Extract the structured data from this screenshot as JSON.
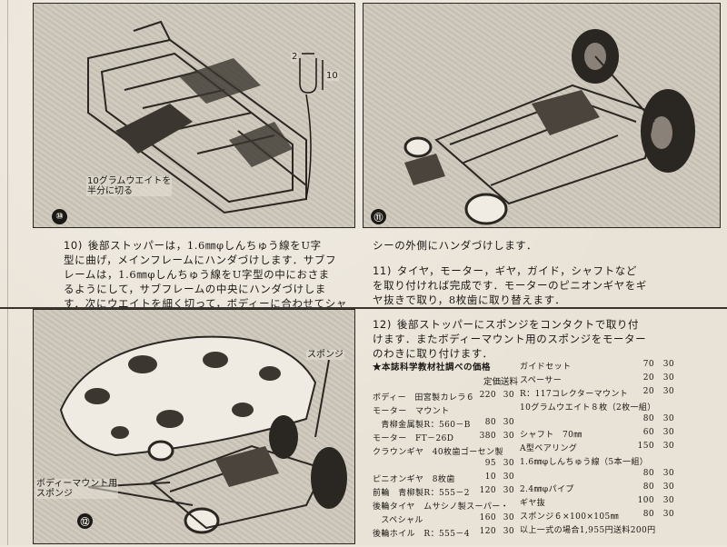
{
  "figures": {
    "fig10": {
      "number": "⑩",
      "callouts": {
        "weight": "10グラムウエイトを\n半分に切る",
        "bracket_top": "2",
        "bracket_side": "10"
      }
    },
    "fig11": {
      "number": "⑪"
    },
    "fig12": {
      "number": "⑫",
      "callouts": {
        "sponge": "スポンジ",
        "body_mount": "ボディーマウント用\nスポンジ"
      }
    }
  },
  "steps": {
    "step10": {
      "number": "10)",
      "lines": [
        "後部ストッパーは，1.6㎜φしんちゅう線をU字",
        "型に曲げ，メインフレームにハンダづけします．サブフ",
        "レームは，1.6㎜φしんちゅう線をU字型の中におさま",
        "るようにして，サブフレームの中央にハンダづけしま",
        "す．次にウエイトを細く切って，ボディーに合わせてシャ"
      ],
      "continuation": "シーの外側にハンダづけします．"
    },
    "step11": {
      "number": "11)",
      "lines": [
        "タイヤ，モーター，ギヤ，ガイド，シャフトなど",
        "を取り付ければ完成です．モーターのピニオンギヤをギ",
        "ヤ抜きで取り，8枚歯に取り替えます．"
      ]
    },
    "step12": {
      "number": "12)",
      "lines": [
        "後部ストッパーにスポンジをコンタクトで取り付",
        "けます．またボディーマウント用のスポンジをモーター",
        "のわきに取り付けます．"
      ]
    }
  },
  "price_list": {
    "title": "★本誌科学教材社調べの価格",
    "header": "定価送料",
    "left": [
      {
        "name": "ボディー　田宮製カレラ６",
        "price": "220",
        "ship": "30"
      },
      {
        "name": "モーター　マウント",
        "price": "",
        "ship": ""
      },
      {
        "name": "　青柳金属製R：560－B",
        "price": "80",
        "ship": "30"
      },
      {
        "name": "モーター　FT－26D",
        "price": "380",
        "ship": "30"
      },
      {
        "name": "クラウンギヤ　40枚歯ゴーセン製",
        "price": "",
        "ship": ""
      },
      {
        "name": "",
        "price": "95",
        "ship": "30"
      },
      {
        "name": "ピニオンギヤ　8枚歯",
        "price": "10",
        "ship": "30"
      },
      {
        "name": "前輪　青柳製R：555－2",
        "price": "120",
        "ship": "30"
      },
      {
        "name": "後輪タイヤ　ムサシノ製スーパー・",
        "price": "",
        "ship": ""
      },
      {
        "name": "　スペシャル",
        "price": "160",
        "ship": "30"
      },
      {
        "name": "後輪ホイル　R：555－4",
        "price": "120",
        "ship": "30"
      }
    ],
    "right": [
      {
        "name": "ガイドセット",
        "price": "70",
        "ship": "30"
      },
      {
        "name": "スペーサー",
        "price": "20",
        "ship": "30"
      },
      {
        "name": "R：117コレクターマウント",
        "price": "20",
        "ship": "30"
      },
      {
        "name": "10グラムウエイト８枚（2枚一組）",
        "price": "",
        "ship": ""
      },
      {
        "name": "",
        "price": "80",
        "ship": "30"
      },
      {
        "name": "シャフト　70㎜",
        "price": "60",
        "ship": "30"
      },
      {
        "name": "A型ベアリング",
        "price": "150",
        "ship": "30"
      },
      {
        "name": "1.6㎜φしんちゅう線（5本一組）",
        "price": "",
        "ship": ""
      },
      {
        "name": "",
        "price": "80",
        "ship": "30"
      },
      {
        "name": "2.4㎜φパイプ",
        "price": "80",
        "ship": "30"
      },
      {
        "name": "ギヤ抜",
        "price": "100",
        "ship": "30"
      },
      {
        "name": "スポンジ６×100×105㎜",
        "price": "80",
        "ship": "30"
      },
      {
        "name": "以上一式の場合1,955円送料200円",
        "price": "",
        "ship": ""
      }
    ]
  },
  "colors": {
    "ink": "#1b1815",
    "paper": "#e9e2d6",
    "photo": "#cfc8bc"
  }
}
